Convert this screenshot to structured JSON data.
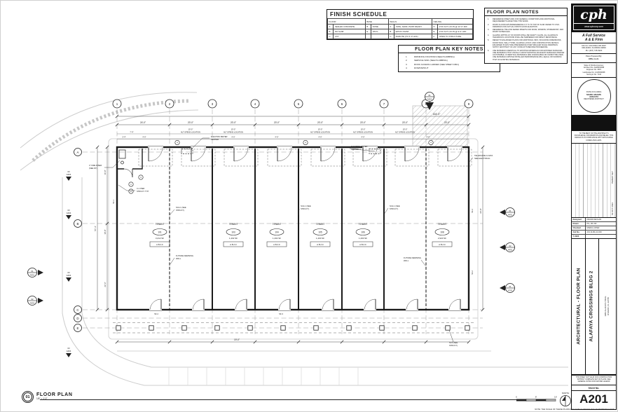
{
  "sheet": {
    "bottom_note": "NOTE: THE SCALE OF THESE PLANS MAY HAVE CHANGED DUE TO REPRODUCTION"
  },
  "title_bar": {
    "num": "01",
    "title": "FLOOR PLAN",
    "scale": "1/8\" = 1'-0\"",
    "north_label": "NORTH",
    "scale_ticks": [
      "0",
      "8'",
      "16'"
    ]
  },
  "finish_schedule": {
    "title": "FINISH SCHEDULE",
    "columns": [
      "FLOOR",
      "BASE",
      "WALLS",
      "CEILING"
    ],
    "rows": [
      {
        "fk": "A",
        "f": "SEALED CONCRETE",
        "bk": "B",
        "b": "NONE",
        "wk": "A",
        "w": "TAPE, SAND, PAINT READY",
        "ck": "D",
        "c": "2'X4' ACT LAY-IN @ 12'-0\" AFF"
      },
      {
        "fk": "B",
        "f": "NO SLAB",
        "bk": "E",
        "b": "VINYL",
        "wk": "B",
        "w": "EPOXY PAINT",
        "ck": "E",
        "c": "2'X4' ACT LAY-IN @ 9'-0\" AFF"
      },
      {
        "fk": "C",
        "f": "VCT",
        "bk": "",
        "b": "",
        "wk": "C",
        "w": "MARLITE (TO 4'-0\" AFF)",
        "ck": "F",
        "c": "OPEN TO STRUCTURE"
      }
    ]
  },
  "key_notes": {
    "title": "FLOOR PLAN KEY NOTES",
    "items": [
      {
        "num": "1",
        "text": "DRINKING FOUNTAIN (SEE PLUMBING)"
      },
      {
        "num": "2",
        "text": "SERVICE SINK (SEE PLUMBING)"
      },
      {
        "num": "3",
        "text": "ROOF ACCESS LADDER (SEE SHEET A501)"
      },
      {
        "num": "4",
        "text": "DOWNSPOUT"
      }
    ]
  },
  "plan_notes": {
    "title": "FLOOR PLAN NOTES",
    "items": [
      {
        "num": "1.",
        "text": "REFERENCE SHEET A001 FOR GENERAL CONDITIONS AND ADDITIONAL REQUIREMENTS AFFECTING THIS WORK."
      },
      {
        "num": "2.",
        "text": "FINISH FLOOR DATUM/REFERENCE 0'-0\" IS TO TOP OF SLAB. REFER TO CIVIL DRAWINGS FOR ACTUAL FINISH FLOOR ELEVATION."
      },
      {
        "num": "3.",
        "text": "REFERENCE THE A700 SERIES SHEETS FOR DOOR, WINDOW, STOREFRONT, AND FINISH SCHEDULES."
      },
      {
        "num": "4.",
        "text": "GLAZING WITHIN 24\" OF DOORS SHALL BE SAFETY GLASS. ALL GLAZING IN HAZARDOUS LOCATIONS SHALL BE TEMPERED FOR IMPACT RESISTANCE."
      },
      {
        "num": "5.",
        "text": "REFER TO ENLARGED PLANS FOR ADDITIONAL INFO, INCLUDING DIMENSIONS, DOOR TAGS, WALL TYPES, GLAZING LAYOUT, AND CONSTRUCTION DETAILS. ENLARGED PLANS TAKE PRECEDENCE OVER SMALLER SCALE DRAWINGS. NOTIFY ARCHITECT OF ANY CONFLICTS BEFORE PROCEEDING."
      },
      {
        "num": "6.",
        "text": "USE MATERIALS IDENTICAL TO EXISTING MATERIALS FOR EXPOSED SURFACES. USE MATERIALS THAT VISUALLY MATCH EXISTING ADJACENT SURFACES INSOFAR AS POSSIBLE. IF IDENTICAL MATERIALS ARE UNAVAILABLE OR CANNOT BE USED, USE MATERIALS WHOSE INSTALLED PERFORMANCE WILL EQUAL OR SURPASS THAT OF EXISTING MATERIALS."
      }
    ]
  },
  "title_block": {
    "logo": "cph",
    "website": "www.cphcorp.com",
    "tagline1": "A Full Service",
    "tagline2": "A & E Firm",
    "address1": "1011 E. COLONIAL DR #307",
    "address2": "ORLANDO, FLORIDA 32803",
    "address3": "PH. (407) 745-5220",
    "prepared_label": "Plans Prepared By:",
    "prepared_by": "CPH, LLC.",
    "licenses": [
      "State of Florida Licenses:",
      "Architect No. AA26002098",
      "Engineer No. 3215",
      "Landscape No. LC26000298",
      "Surveyor No. 7143"
    ],
    "seal": {
      "line1": "STATE OF FLORIDA",
      "name": "MARK ADAMS",
      "number": "AR94473",
      "line2": "REGISTERED ARCHITECT"
    },
    "compliance_note": "TO THE BEST OF THE ARCHITECT'S KNOWLEDGE, INFORMATION AND BELIEF, THIS DESIGN IS IN COMPLIANCE WITH APPLICABLE CODES AND LAWS.",
    "revision": {
      "permit": "PERMIT SET",
      "date": "03 OCT 2023"
    },
    "info": {
      "r1l": "Designed",
      "r1v": "FRANK DEVLAN",
      "r2l": "Drawn",
      "r2v": "PG, JB, DR",
      "r3l": "Checked",
      "r3v": "MARIA LOPEZ",
      "r4l": "Job No.",
      "r4v": "201.11181.44.000",
      "r5l": "© 2023",
      "r5v": ""
    },
    "project_title": "ARCHITECTURAL - FLOOR PLAN",
    "project_name": "ALAFAYA CROSSINGS BLDG 2",
    "project_addr1": "1984 ALAFAYA TRAIL",
    "project_addr2": "OVIEDO, FL 32765",
    "validity_note": "THIS SHEET NOT VALID FOR CONSTRUCTION WITHOUT COMPLETE SET OF PLANS. SEE GENERAL NOTES FOR MASTER LEGEND",
    "sheet_no_label": "Sheet No.",
    "sheet_no": "A201"
  },
  "plan": {
    "grid_cols": [
      "1",
      "2",
      "3",
      "4",
      "5",
      "6",
      "7",
      "8",
      "9"
    ],
    "grid_rows": [
      "A",
      "B",
      "C",
      "D",
      "E"
    ],
    "dims": {
      "overall": "164'-0\"",
      "bays": [
        "24'-0\"",
        "20'-0\"",
        "20'-0\"",
        "20'-0\"",
        "20'-0\"",
        "20'-0\"",
        "20'-0\"",
        "20'-0\""
      ],
      "alt_dim": "10'-0\"",
      "alt_label": "ALT OPENS LOCATION",
      "d7_4": "7'-4\"",
      "d3_4": "3'-4\"",
      "d4_0": "4'-0\"",
      "left_overall": "57'-4\"",
      "left_seg1": "16'-8\"",
      "left_seg2": "18'-8\"",
      "left_seg3": "22'-0\"",
      "bottom": "19'-0\"",
      "right": "34'-0\""
    },
    "tenants": [
      {
        "label": "TENANT",
        "num": "101",
        "sf": "3,212 SF",
        "finish": "A B A F"
      },
      {
        "label": "TENANT",
        "num": "103",
        "sf": "1,402 SF",
        "finish": "A B A F"
      },
      {
        "label": "TENANT",
        "num": "104",
        "sf": "1,402 SF",
        "finish": "A B A F"
      },
      {
        "label": "TENANT",
        "num": "105",
        "sf": "1,400 SF",
        "finish": "A B A F"
      },
      {
        "label": "TENANT",
        "num": "106",
        "sf": "1,400 SF",
        "finish": "A B A F"
      },
      {
        "label": "TENANT",
        "num": "108",
        "sf": "2,920 SF",
        "finish": "A B A F"
      }
    ],
    "notes": {
      "em1": "ELECTRIC METER",
      "em2": "CENTER",
      "fd1": "FUTURE DEMISING",
      "fd2": "WALL",
      "fr1": "4\" FIRE RISER",
      "fr2": "(SEE FP)",
      "tel1": "TELEPHONE & DATA",
      "tel2": "SEE ELECTRICAL",
      "pier1": "C-1 PIER",
      "pier2": "STRUCT. TYP",
      "sc21": "SC2-1 (SEE",
      "sc22": "STRUCT.)",
      "sc31": "SC3 (SEE",
      "sc32": "STRUCT.)",
      "sf1": "SF-1",
      "sf2": "SF-2",
      "sf3": "SF-3",
      "sf4": "SF-4"
    },
    "markers": {
      "m1n": "03",
      "m1s": "A404",
      "m2n": "01",
      "m2s": "A401",
      "m3n": "02",
      "m3s": "A402",
      "m4n": "01",
      "m4s": "A702",
      "m5n": "01",
      "m5s": "A302"
    }
  }
}
